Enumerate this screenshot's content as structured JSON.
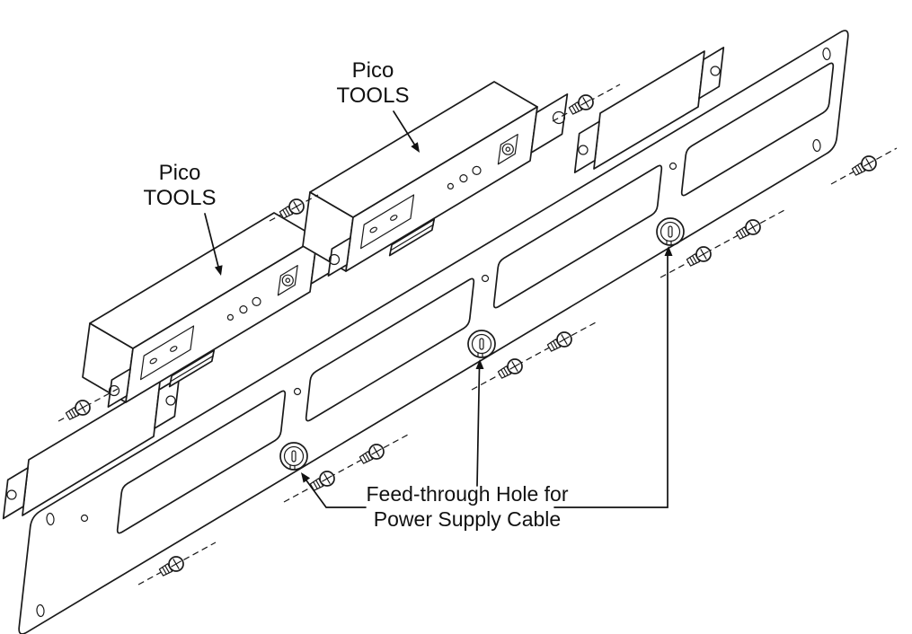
{
  "labels": {
    "module_top": {
      "line1": "Pico",
      "line2": "TOOLS"
    },
    "module_left": {
      "line1": "Pico",
      "line2": "TOOLS"
    },
    "feedthrough": {
      "line1": "Feed-through Hole for",
      "line2": "Power Supply Cable"
    }
  },
  "colors": {
    "line": "#1a1a1a",
    "text": "#111111",
    "background": "#ffffff"
  }
}
